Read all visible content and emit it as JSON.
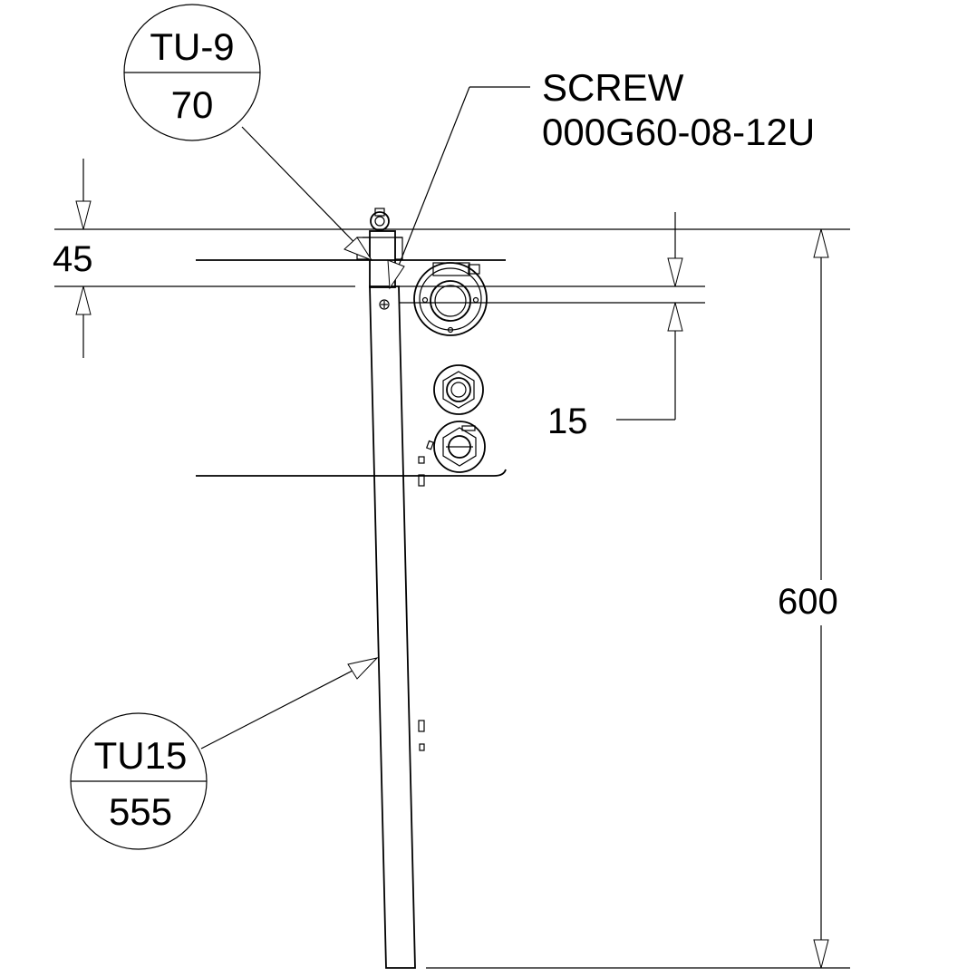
{
  "balloons": {
    "top": {
      "part": "TU-9",
      "qty": "70"
    },
    "bottom": {
      "part": "TU15",
      "qty": "555"
    }
  },
  "callout": {
    "title": "SCREW",
    "part_number": "000G60-08-12U"
  },
  "dimensions": {
    "left_offset": "45",
    "right_offset": "15",
    "total_height": "600"
  }
}
